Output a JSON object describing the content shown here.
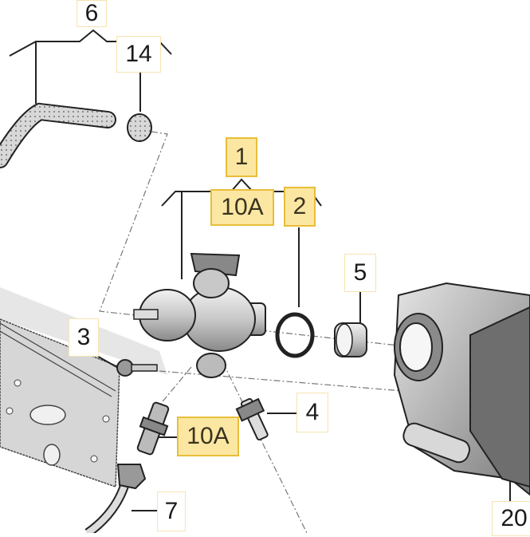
{
  "diagram": {
    "type": "exploded-parts-diagram",
    "subject": "High-pressure fuel pump assembly",
    "highlight_color": "#fbe7a2",
    "highlight_border": "#e8be3a",
    "plain_border": "#f6e3b0"
  },
  "labels": [
    {
      "id": "6",
      "text": "6",
      "highlighted": false
    },
    {
      "id": "14",
      "text": "14",
      "highlighted": false
    },
    {
      "id": "1",
      "text": "1",
      "highlighted": true
    },
    {
      "id": "10A-top",
      "text": "10A",
      "highlighted": true
    },
    {
      "id": "2",
      "text": "2",
      "highlighted": true
    },
    {
      "id": "5",
      "text": "5",
      "highlighted": false
    },
    {
      "id": "3",
      "text": "3",
      "highlighted": false
    },
    {
      "id": "4",
      "text": "4",
      "highlighted": false
    },
    {
      "id": "10A-bottom",
      "text": "10A",
      "highlighted": true
    },
    {
      "id": "7",
      "text": "7",
      "highlighted": false
    },
    {
      "id": "20",
      "text": "20",
      "highlighted": false
    }
  ],
  "parts": [
    {
      "label": "1",
      "name": "high-pressure-pump"
    },
    {
      "label": "2",
      "name": "o-ring"
    },
    {
      "label": "3",
      "name": "bolt"
    },
    {
      "label": "4",
      "name": "fitting-connector"
    },
    {
      "label": "5",
      "name": "roller-tappet"
    },
    {
      "label": "6",
      "name": "fuel-hose"
    },
    {
      "label": "7",
      "name": "fuel-line"
    },
    {
      "label": "10A",
      "name": "union-screw"
    },
    {
      "label": "14",
      "name": "hose-clamp"
    },
    {
      "label": "20",
      "name": "vacuum-pump-housing"
    }
  ]
}
